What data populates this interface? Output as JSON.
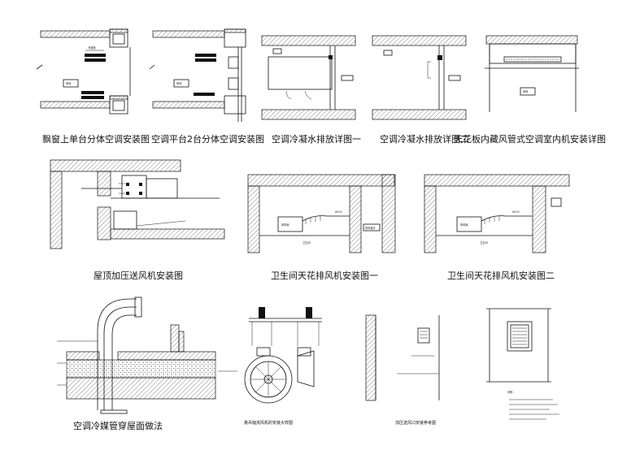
{
  "captions": {
    "d1": "飘窗上单台分体空调安装图",
    "d2": "空调平台2台分体空调安装图",
    "d3": "空调冷凝水排放详图一",
    "d4": "空调冷凝水排放详图二",
    "d5": "天花板内藏风管式空调室内机安装详图",
    "d6": "屋顶加压送风机安装图",
    "d7": "卫生间天花排风机安装图一",
    "d8": "卫生间天花排风机安装图二",
    "d9": "空调冷媒管穿屋面做法",
    "d10": "悬吊轴流风机的安装大样图",
    "d11": "加压送风口安装参考图"
  },
  "labels": {
    "room": "房间",
    "bathroom": "卫生间",
    "shaft": "排风管井",
    "duct_size": "Φ100",
    "fan": "排风扇",
    "note_title": "说明："
  }
}
